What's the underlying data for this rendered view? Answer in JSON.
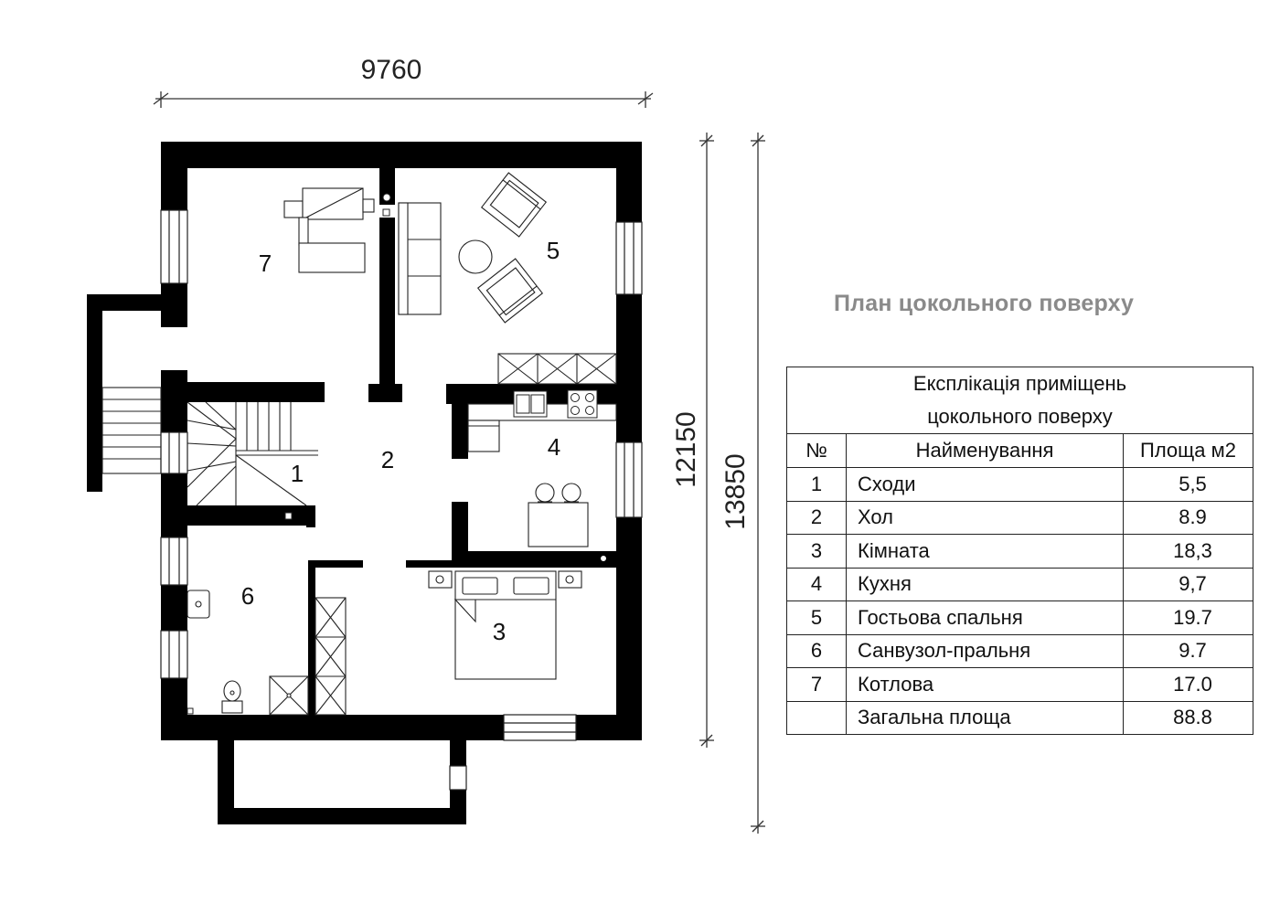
{
  "dimensions": {
    "top_width": "9760",
    "height_inner": "12150",
    "height_outer": "13850"
  },
  "rooms": [
    {
      "no": "1"
    },
    {
      "no": "2"
    },
    {
      "no": "3"
    },
    {
      "no": "4"
    },
    {
      "no": "5"
    },
    {
      "no": "6"
    },
    {
      "no": "7"
    }
  ],
  "plan_title": "План цокольного поверху",
  "legend": {
    "caption_line1": "Експлікація приміщень",
    "caption_line2": "цокольного поверху",
    "col_no": "№",
    "col_name": "Найменування",
    "col_area": "Площа м2",
    "rows": [
      {
        "no": "1",
        "name": "Сходи",
        "area": "5,5"
      },
      {
        "no": "2",
        "name": "Хол",
        "area": "8.9"
      },
      {
        "no": "3",
        "name": "Кімната",
        "area": "18,3"
      },
      {
        "no": "4",
        "name": "Кухня",
        "area": "9,7"
      },
      {
        "no": "5",
        "name": "Гостьова спальня",
        "area": "19.7"
      },
      {
        "no": "6",
        "name": "Санвузол-пральня",
        "area": "9.7"
      },
      {
        "no": "7",
        "name": "Котлова",
        "area": "17.0"
      },
      {
        "no": "",
        "name": "Загальна площа",
        "area": "88.8"
      }
    ]
  }
}
